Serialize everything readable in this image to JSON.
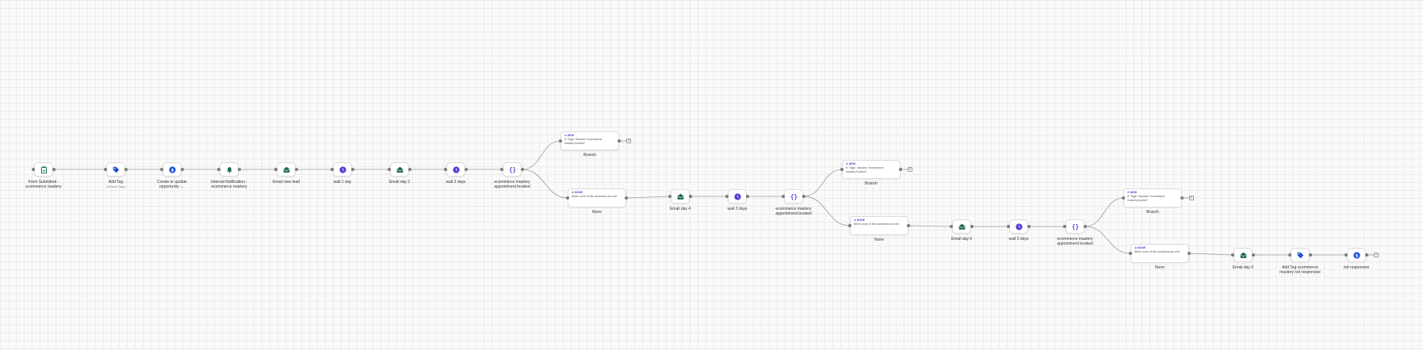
{
  "colors": {
    "email": "#17694a",
    "tag": "#1f4fd6",
    "opportunity": "#1f4fd6",
    "notification": "#17694a",
    "wait": "#5b3bd6",
    "condition": "#5b3bd6",
    "trigger": "#17694a",
    "edge": "#9a9a9a"
  },
  "nodes": [
    {
      "id": "n1",
      "icon": "clipboard-icon",
      "kind": "trigger",
      "label": "Form Submitted -",
      "label2": "ecommerce mastery",
      "sub": ""
    },
    {
      "id": "n2",
      "icon": "tag-icon",
      "kind": "tag",
      "label": "Add Tag",
      "label2": "",
      "sub": "(Default Tags)"
    },
    {
      "id": "n3",
      "icon": "dollar-icon",
      "kind": "opportunity",
      "label": "Create or update",
      "label2": "opportunity -...",
      "sub": ""
    },
    {
      "id": "n4",
      "icon": "bell-icon",
      "kind": "notification",
      "label": "Internal Notification -",
      "label2": "ecommerce mastery",
      "sub": ""
    },
    {
      "id": "n5",
      "icon": "email-icon",
      "kind": "email",
      "label": "Email new lead",
      "label2": "",
      "sub": ""
    },
    {
      "id": "n6",
      "icon": "clock-icon",
      "kind": "wait",
      "label": "wait 1 day",
      "label2": "",
      "sub": ""
    },
    {
      "id": "n7",
      "icon": "email-icon",
      "kind": "email",
      "label": "Email day 2",
      "label2": "",
      "sub": ""
    },
    {
      "id": "n8",
      "icon": "clock-icon",
      "kind": "wait",
      "label": "wait 2 days",
      "label2": "",
      "sub": ""
    },
    {
      "id": "n9",
      "icon": "braces-icon",
      "kind": "condition",
      "label": "ecommerce mastery",
      "label2": "appointment booked",
      "sub": ""
    },
    {
      "id": "n10",
      "icon": "email-icon",
      "kind": "email",
      "label": "Email day 4",
      "label2": "",
      "sub": ""
    },
    {
      "id": "n11",
      "icon": "clock-icon",
      "kind": "wait",
      "label": "wait 2 days",
      "label2": "",
      "sub": ""
    },
    {
      "id": "n12",
      "icon": "braces-icon",
      "kind": "condition",
      "label": "ecommerce mastery",
      "label2": "appointment booked",
      "sub": ""
    },
    {
      "id": "n13",
      "icon": "email-icon",
      "kind": "email",
      "label": "Email day 6",
      "label2": "",
      "sub": ""
    },
    {
      "id": "n14",
      "icon": "clock-icon",
      "kind": "wait",
      "label": "wait 3 days",
      "label2": "",
      "sub": ""
    },
    {
      "id": "n15",
      "icon": "braces-icon",
      "kind": "condition",
      "label": "ecommerce mastery",
      "label2": "appointment booked",
      "sub": ""
    },
    {
      "id": "n16",
      "icon": "email-icon",
      "kind": "email",
      "label": "Email day 9",
      "label2": "",
      "sub": ""
    },
    {
      "id": "n17",
      "icon": "tag-icon",
      "kind": "tag",
      "label": "Add Tag ecommerce",
      "label2": "mastery not responsive",
      "sub": ""
    },
    {
      "id": "n18",
      "icon": "dollar-icon",
      "kind": "opportunity",
      "label": "not responsive",
      "label2": "",
      "sub": ""
    }
  ],
  "branches": [
    {
      "id": "b1",
      "tag": "⊙ NEW",
      "cond1": "If \"Tags\" Includes \"ecommerce",
      "cond2": "mastery booked\"",
      "label": "Branch",
      "plus": "+"
    },
    {
      "id": "b2",
      "tag": "⊙ NONE",
      "cond1": "When none of the conditions are met",
      "cond2": "",
      "label": "None",
      "plus": ""
    },
    {
      "id": "b3",
      "tag": "⊙ NEW",
      "cond1": "If \"Tags\" Includes \"ecommerce",
      "cond2": "mastery booked\"",
      "label": "Branch",
      "plus": "+"
    },
    {
      "id": "b4",
      "tag": "⊙ NONE",
      "cond1": "When none of the conditions are met",
      "cond2": "",
      "label": "None",
      "plus": ""
    },
    {
      "id": "b5",
      "tag": "⊙ NEW",
      "cond1": "If \"Tags\" Includes \"ecommerce",
      "cond2": "mastery booked\"",
      "label": "Branch",
      "plus": "+"
    },
    {
      "id": "b6",
      "tag": "⊙ NONE",
      "cond1": "When none of the conditions are met",
      "cond2": "",
      "label": "None",
      "plus": ""
    }
  ],
  "end_plus": "+"
}
